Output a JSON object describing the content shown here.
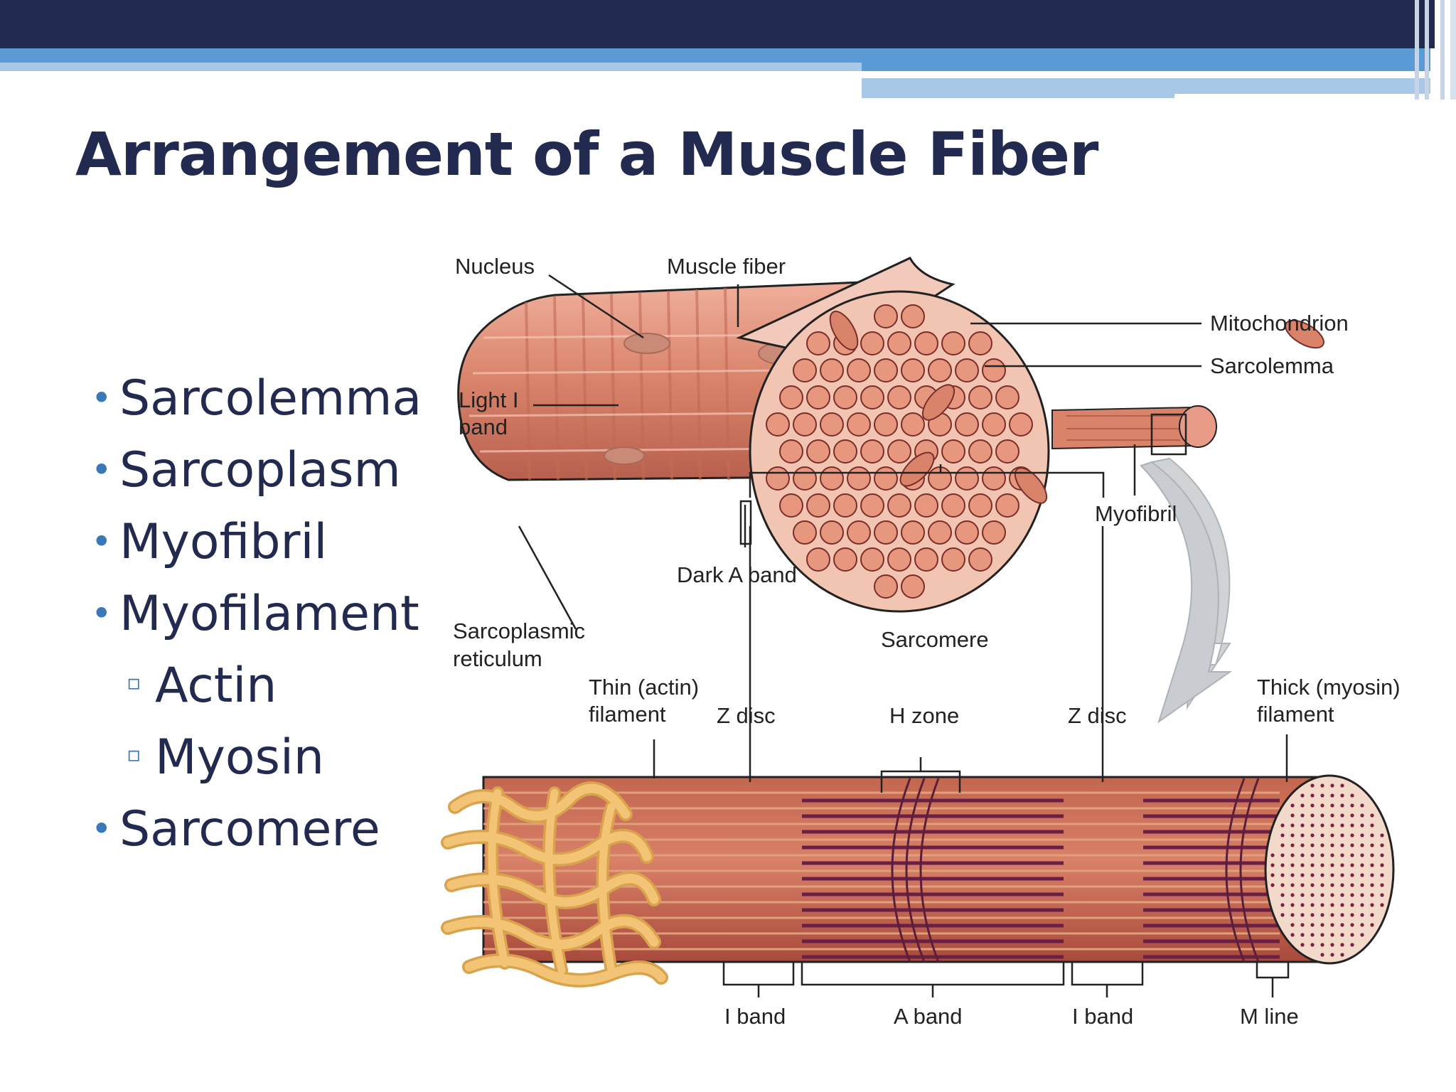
{
  "title": "Arrangement of a Muscle Fiber",
  "bullets": [
    {
      "label": "Sarcolemma",
      "level": 1
    },
    {
      "label": "Sarcoplasm",
      "level": 1
    },
    {
      "label": "Myofibril",
      "level": 1
    },
    {
      "label": "Myofilament",
      "level": 1
    },
    {
      "label": "Actin",
      "level": 2
    },
    {
      "label": "Myosin",
      "level": 2
    },
    {
      "label": "Sarcomere",
      "level": 1
    }
  ],
  "bullet_glyphs": {
    "level1": "•",
    "level2": "▫"
  },
  "diagram_labels": {
    "nucleus": "Nucleus",
    "muscle_fiber": "Muscle fiber",
    "mitochondrion": "Mitochondrion",
    "sarcolemma": "Sarcolemma",
    "light_i_band_1": "Light I",
    "light_i_band_2": "band",
    "myofibril": "Myofibril",
    "dark_a_band": "Dark A band",
    "sarcoplasmic_reticulum_1": "Sarcoplasmic",
    "sarcoplasmic_reticulum_2": "reticulum",
    "sarcomere": "Sarcomere",
    "thin_filament_1": "Thin (actin)",
    "thin_filament_2": "filament",
    "z_disc_left": "Z disc",
    "h_zone": "H zone",
    "z_disc_right": "Z disc",
    "thick_filament_1": "Thick (myosin)",
    "thick_filament_2": "filament",
    "i_band_left": "I band",
    "a_band": "A band",
    "i_band_right": "I band",
    "m_line": "M line"
  },
  "colors": {
    "title": "#232a4f",
    "header_dark": "#232a4f",
    "header_accent": "#5b9bd5",
    "bullet_marker": "#3a78b8",
    "muscle": "#d9836b",
    "muscle_dark": "#8a2f3a",
    "myofibril_fill": "#f2b9a5",
    "reticulum": "#f3c476"
  }
}
